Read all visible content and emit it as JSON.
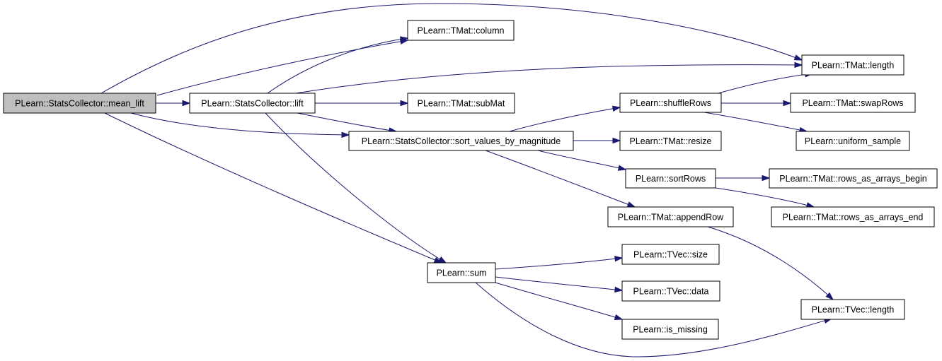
{
  "graph": {
    "colors": {
      "edge": "#191970",
      "node_border": "#000000",
      "root_fill": "#bfbfbf",
      "node_fill": "#ffffff"
    },
    "nodes": {
      "mean_lift": "PLearn::StatsCollector::mean_lift",
      "lift": "PLearn::StatsCollector::lift",
      "sort_values": "PLearn::StatsCollector::sort_values_by_magnitude",
      "sum": "PLearn::sum",
      "column": "PLearn::TMat::column",
      "submat": "PLearn::TMat::subMat",
      "tmat_length": "PLearn::TMat::length",
      "shufflerows": "PLearn::shuffleRows",
      "resize": "PLearn::TMat::resize",
      "sortrows": "PLearn::sortRows",
      "appendrow": "PLearn::TMat::appendRow",
      "tvec_size": "PLearn::TVec::size",
      "tvec_data": "PLearn::TVec::data",
      "is_missing": "PLearn::is_missing",
      "swaprows": "PLearn::TMat::swapRows",
      "uniform_sample": "PLearn::uniform_sample",
      "rows_begin": "PLearn::TMat::rows_as_arrays_begin",
      "rows_end": "PLearn::TMat::rows_as_arrays_end",
      "tvec_length": "PLearn::TVec::length"
    },
    "edges": [
      [
        "mean_lift",
        "tmat_length"
      ],
      [
        "mean_lift",
        "column"
      ],
      [
        "mean_lift",
        "lift"
      ],
      [
        "mean_lift",
        "sort_values"
      ],
      [
        "mean_lift",
        "sum"
      ],
      [
        "lift",
        "column"
      ],
      [
        "lift",
        "tmat_length"
      ],
      [
        "lift",
        "submat"
      ],
      [
        "lift",
        "sort_values"
      ],
      [
        "lift",
        "sum"
      ],
      [
        "sort_values",
        "shufflerows"
      ],
      [
        "sort_values",
        "resize"
      ],
      [
        "sort_values",
        "sortrows"
      ],
      [
        "sort_values",
        "appendrow"
      ],
      [
        "shufflerows",
        "tmat_length"
      ],
      [
        "shufflerows",
        "swaprows"
      ],
      [
        "shufflerows",
        "uniform_sample"
      ],
      [
        "sortrows",
        "rows_begin"
      ],
      [
        "sortrows",
        "rows_end"
      ],
      [
        "appendrow",
        "tvec_length"
      ],
      [
        "sum",
        "tvec_size"
      ],
      [
        "sum",
        "tvec_data"
      ],
      [
        "sum",
        "is_missing"
      ],
      [
        "sum",
        "tvec_length"
      ]
    ]
  }
}
